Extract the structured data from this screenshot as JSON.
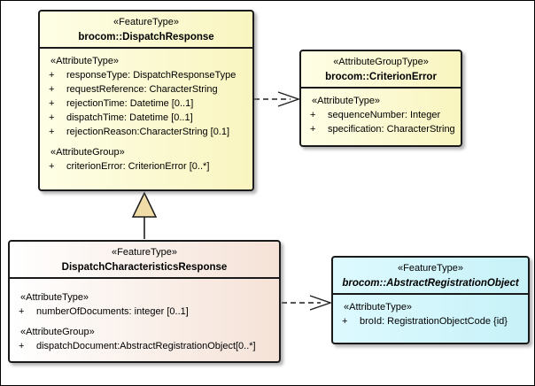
{
  "symbols": {
    "plus": "+"
  },
  "colors": {
    "yellow_box": "#F9F5C0",
    "peach_box_gradient_end": "#F5E2D7",
    "cyan_box": "#C7F2F8",
    "box_border": "#1A1A1A",
    "generalization_triangle_fill": "#F0DCA6",
    "shadow": "#787878",
    "background": "#FFFFFF"
  },
  "classes": {
    "dispatchResponse": {
      "stereotype": "«FeatureType»",
      "name": "brocom::DispatchResponse",
      "attr_group_1": "«AttributeType»",
      "attrs_1": [
        "responseType: DispatchResponseType",
        "requestReference: CharacterString",
        "rejectionTime: Datetime [0..1]",
        "dispatchTime: Datetime [0..1]",
        "rejectionReason:CharacterString [0.1]"
      ],
      "attr_group_2": "«AttributeGroup»",
      "attrs_2": [
        "criterionError: CriterionError [0..*]"
      ]
    },
    "criterionError": {
      "stereotype": "«AttributeGroupType»",
      "name": "brocom::CriterionError",
      "attr_group_1": "«AttributeType»",
      "attrs_1": [
        "sequenceNumber: Integer",
        "specification: CharacterString"
      ]
    },
    "dispatchCharacteristicsResponse": {
      "stereotype": "«FeatureType»",
      "name": "DispatchCharacteristicsResponse",
      "attr_group_1": "«AttributeType»",
      "attrs_1": [
        "numberOfDocuments: integer [0..1]"
      ],
      "attr_group_2": "«AttributeGroup»",
      "attrs_2": [
        "dispatchDocument:AbstractRegistrationObject[0..*]"
      ]
    },
    "abstractRegistrationObject": {
      "stereotype": "«FeatureType»",
      "name": "brocom::AbstractRegistrationObject",
      "attr_group_1": "«AttributeType»",
      "attrs_1": [
        "broId: RegistrationObjectCode {id}"
      ]
    }
  },
  "connectors": {
    "generalization": "DispatchCharacteristicsResponse to brocom::DispatchResponse",
    "dependency_top": "brocom::DispatchResponse to brocom::CriterionError",
    "dependency_bottom": "DispatchCharacteristicsResponse to brocom::AbstractRegistrationObject"
  }
}
